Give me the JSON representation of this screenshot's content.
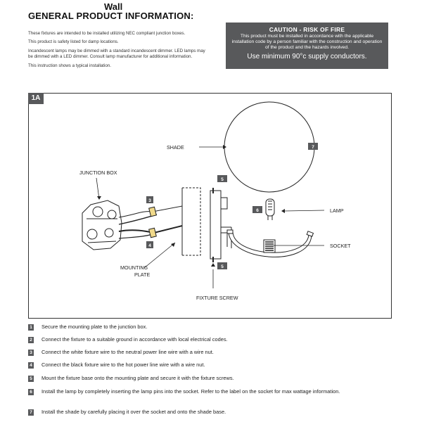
{
  "top_label": "Wall",
  "heading": "GENERAL PRODUCT INFORMATION:",
  "intro": [
    "These fixtures are intended to be installed utilizing NEC compliant junction boxes.",
    "This product is safety listed for damp locations.",
    "Incandescent lamps may be dimmed with a standard incandescent dimmer. LED lamps may be dimmed with a LED dimmer. Consult lamp manufacturer for additional information.",
    "This instruction shows a typical installation."
  ],
  "caution": {
    "title": "CAUTION - RISK OF FIRE",
    "body": "This product must be installed in accordance with the applicable installation code by a person familiar with the construction and operation of the product and the hazards involved.",
    "footer": "Use minimum 90°c supply conductors."
  },
  "figure": {
    "tag": "1A",
    "labels": {
      "shade": "SHADE",
      "junction_box": "JUNCTION BOX",
      "lamp": "LAMP",
      "socket": "SOCKET",
      "mounting_plate_1": "MOUNTING",
      "mounting_plate_2": "PLATE",
      "fixture_screw": "FIXTURE SCREW"
    },
    "callouts": {
      "shade": "7",
      "screw_top": "5",
      "wire_ground": "3",
      "wire_black": "4",
      "lamp": "6",
      "screw_bottom": "5"
    }
  },
  "steps": [
    {
      "num": "1",
      "text": "Secure the mounting plate to the junction box."
    },
    {
      "num": "2",
      "text": "Connect the fixture to a suitable ground in accordance with local electrical codes."
    },
    {
      "num": "3",
      "text": "Connect the white fixture wire to the neutral power line wire with a wire nut."
    },
    {
      "num": "4",
      "text": "Connect the black fixture wire to the hot power line wire with a wire nut."
    },
    {
      "num": "5",
      "text": "Mount the fixture base onto the mounting plate and secure it with the fixture screws."
    },
    {
      "num": "6",
      "text": "Install the lamp by completely inserting the lamp pins into the socket. Refer to the label on the socket for max wattage information."
    },
    {
      "num": "7",
      "text": "Install the shade by carefully placing it over the socket and onto the shade base."
    }
  ]
}
